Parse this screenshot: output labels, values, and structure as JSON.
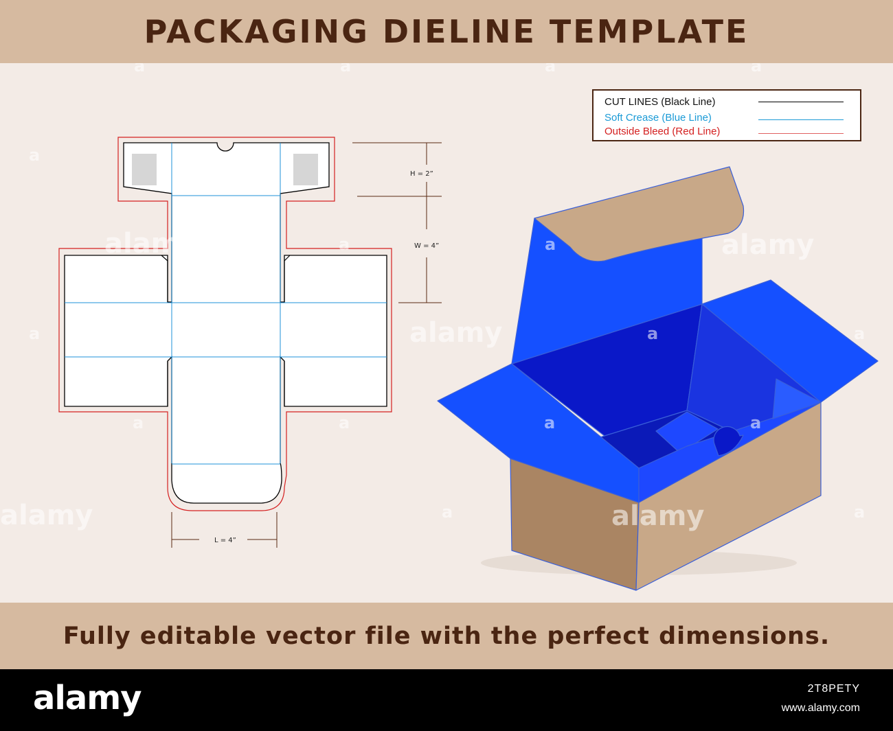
{
  "header": {
    "title": "PACKAGING DIELINE TEMPLATE"
  },
  "legend": {
    "cut": "CUT LINES (Black Line)",
    "crease": "Soft Crease (Blue Line)",
    "bleed": "Outside Bleed (Red Line)"
  },
  "dimensions": {
    "height": "H = 2”",
    "width": "W = 4”",
    "length": "L = 4”"
  },
  "footer": {
    "tagline": "Fully editable vector file with the perfect dimensions."
  },
  "stock_bar": {
    "logo": "alamy",
    "image_id": "2T8PETY",
    "site": "www.alamy.com"
  },
  "watermark": {
    "text": "alamy",
    "mark": "a"
  },
  "colors": {
    "header_bg": "#d6baa0",
    "title_text": "#4a2512",
    "background": "#f3ebe6",
    "cut_line": "#000000",
    "crease_line": "#1e90d8",
    "bleed_line": "#d42020",
    "box_blue": "#1550ff",
    "kraft": "#c8a888"
  }
}
